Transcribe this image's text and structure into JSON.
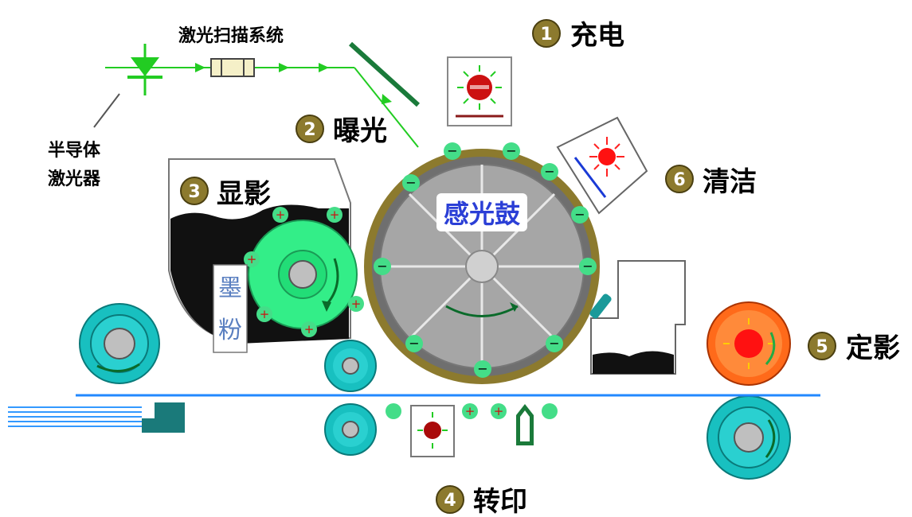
{
  "labels": {
    "scan_system": "激光扫描系统",
    "laser_line1": "半导体",
    "laser_line2": "激光器",
    "drum": "感光鼓",
    "toner_char1": "墨",
    "toner_char2": "粉"
  },
  "steps": [
    {
      "num": "1",
      "label": "充电"
    },
    {
      "num": "2",
      "label": "曝光"
    },
    {
      "num": "3",
      "label": "显影"
    },
    {
      "num": "4",
      "label": "转印"
    },
    {
      "num": "5",
      "label": "定影"
    },
    {
      "num": "6",
      "label": "清洁"
    }
  ],
  "charge_symbols": {
    "minus": "−",
    "plus": "+"
  },
  "colors": {
    "laser": "#22cc22",
    "drum_body": "#9a9a9a",
    "drum_rim": "#8c7a2e",
    "roller_teal": "#18c0c0",
    "developer_green": "#33ee88",
    "fuser_orange": "#ff6a1a",
    "paper_blue": "#3399ff",
    "drum_label": "#2b3fd6"
  },
  "icons": [
    "laser-diode-icon",
    "scan-lens-icon",
    "mirror-icon",
    "charge-lamp-icon",
    "cleaning-lamp-icon",
    "transfer-lamp-icon",
    "corona-wire-icon"
  ]
}
